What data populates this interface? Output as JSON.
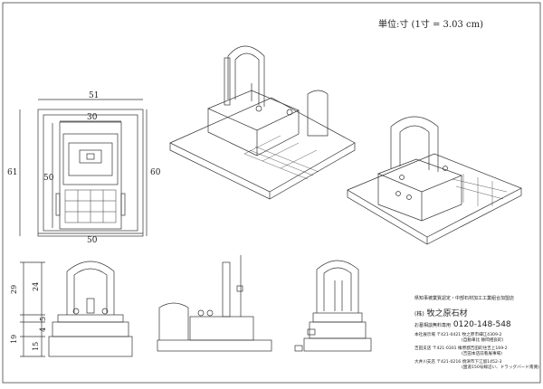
{
  "unit_label": "単位:寸 (1寸 = 3.03 cm)",
  "plan_dims": {
    "top_width": "51",
    "inner_width": "30",
    "bottom_width": "50",
    "left_depth": "61",
    "right_depth": "60",
    "inner_depth": "50"
  },
  "elevation_dims": [
    "29",
    "24",
    "5",
    "4",
    "19",
    "15"
  ],
  "company_info": {
    "header": "県知事被業質認定・中部石材加工工業組合加盟店",
    "name_prefix": "(株)",
    "name": "牧之原石材",
    "phone_label": "お墓相談無料専用",
    "phone": "0120-148-548",
    "offices": [
      {
        "name": "本社展示場",
        "address": "〒421-0421 牧之原市細江4309-2",
        "note": "(自動車比 静岡相良町)"
      },
      {
        "name": "吉田支店",
        "address": "〒421-0301 榛原郡吉田町住吉上169-2",
        "note": "(吉田本店前看展事場)"
      },
      {
        "name": "大井川支店",
        "address": "〒421-0216 焼津市下江留1452-3",
        "note": "(国道150号線沿い、ドラッグバード南側)"
      }
    ]
  }
}
